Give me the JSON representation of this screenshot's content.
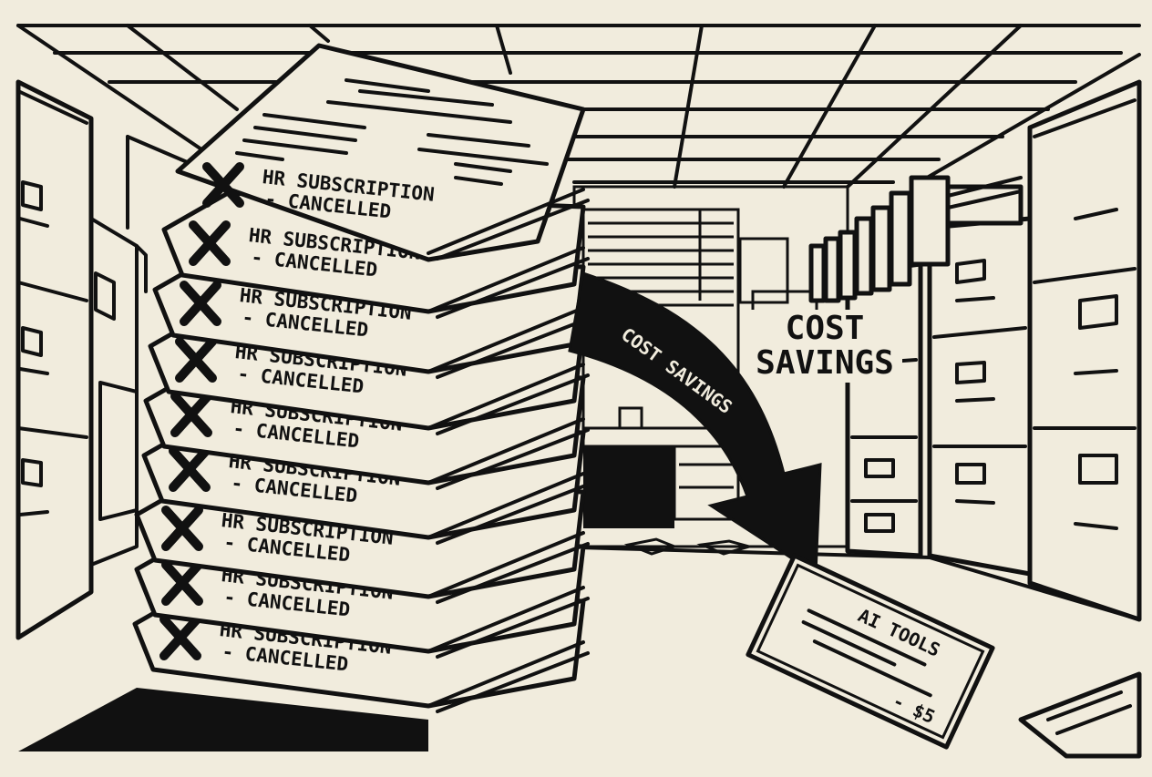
{
  "illustration": {
    "sheet_label_line1": "HR SUBSCRIPTION",
    "sheet_label_line2": "- CANCELLED",
    "sheet_count": 9,
    "arrow_text": "COST SAVINGS",
    "sign_line1": "COST",
    "sign_line2": "SAVINGS",
    "receipt_title": "AI TOOLS",
    "receipt_amount": "- $5",
    "colors": {
      "ink": "#111111",
      "paper": "#f1ecdd"
    },
    "icons": [
      "cross-mark-icon",
      "curved-arrow-icon",
      "file-cabinet-icon",
      "receipt-icon"
    ]
  }
}
